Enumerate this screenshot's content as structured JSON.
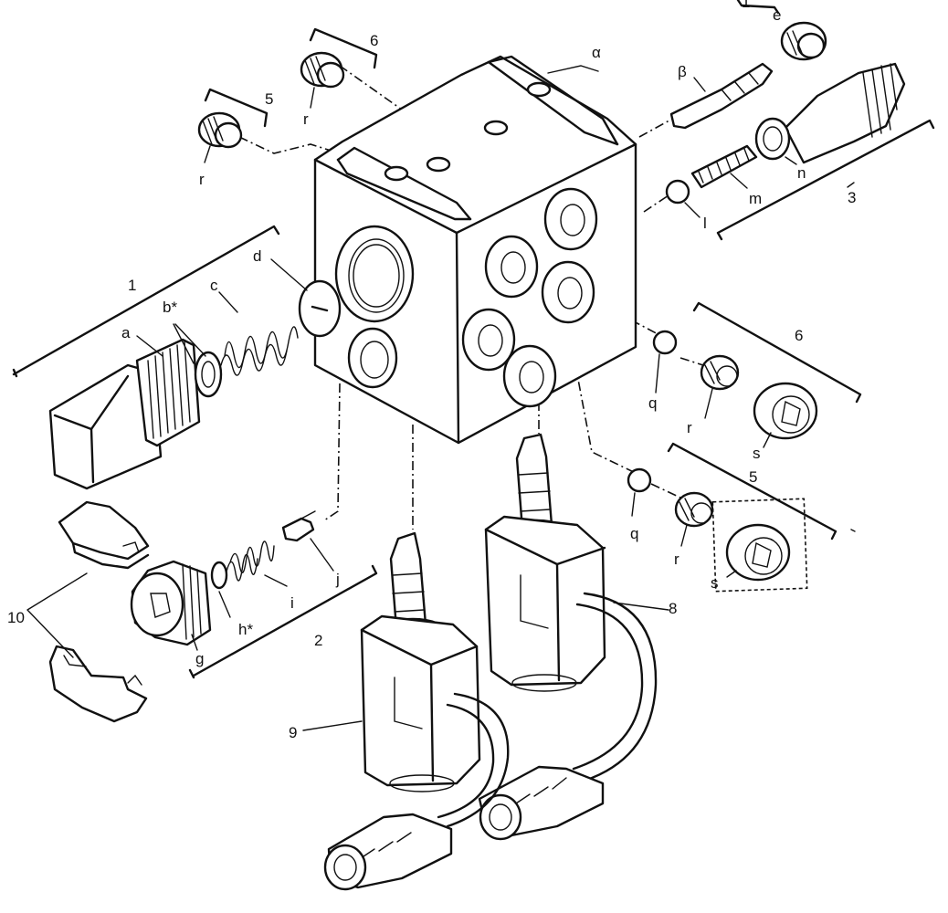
{
  "labels": {
    "l1": "1",
    "l2": "2",
    "l3": "3",
    "l5": "5",
    "l6": "6",
    "l8": "8",
    "l9": "9",
    "l10": "10",
    "a": "a",
    "b": "b*",
    "c": "c",
    "d": "d",
    "e": "e",
    "g": "g",
    "h": "h*",
    "i": "i",
    "j": "j",
    "l": "l",
    "m": "m",
    "n": "n",
    "q": "q",
    "r": "r",
    "s": "s",
    "alpha": "α",
    "beta": "β"
  }
}
